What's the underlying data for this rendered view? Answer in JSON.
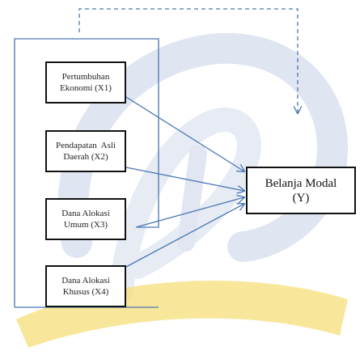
{
  "diagram": {
    "nodes": {
      "x1": {
        "line1": "Pertumbuhan",
        "line2": "Ekonomi (X1)"
      },
      "x2": {
        "line1": "Pendapatan  Asli",
        "line2": "Daerah (X2)"
      },
      "x3": {
        "line1": "Dana Alokasi",
        "line2": "Umum (X3)"
      },
      "x4": {
        "line1": "Dana Alokasi",
        "line2": "Khusus (X4)"
      },
      "y": {
        "line1": "Belanja Modal",
        "line2": "(Y)"
      }
    },
    "colors": {
      "arrow": "#4a78b4",
      "frame": "#4a78b4",
      "box_border": "#111111",
      "watermark_blue": "#c5d0e6",
      "watermark_yellow": "#f6df7a"
    }
  }
}
